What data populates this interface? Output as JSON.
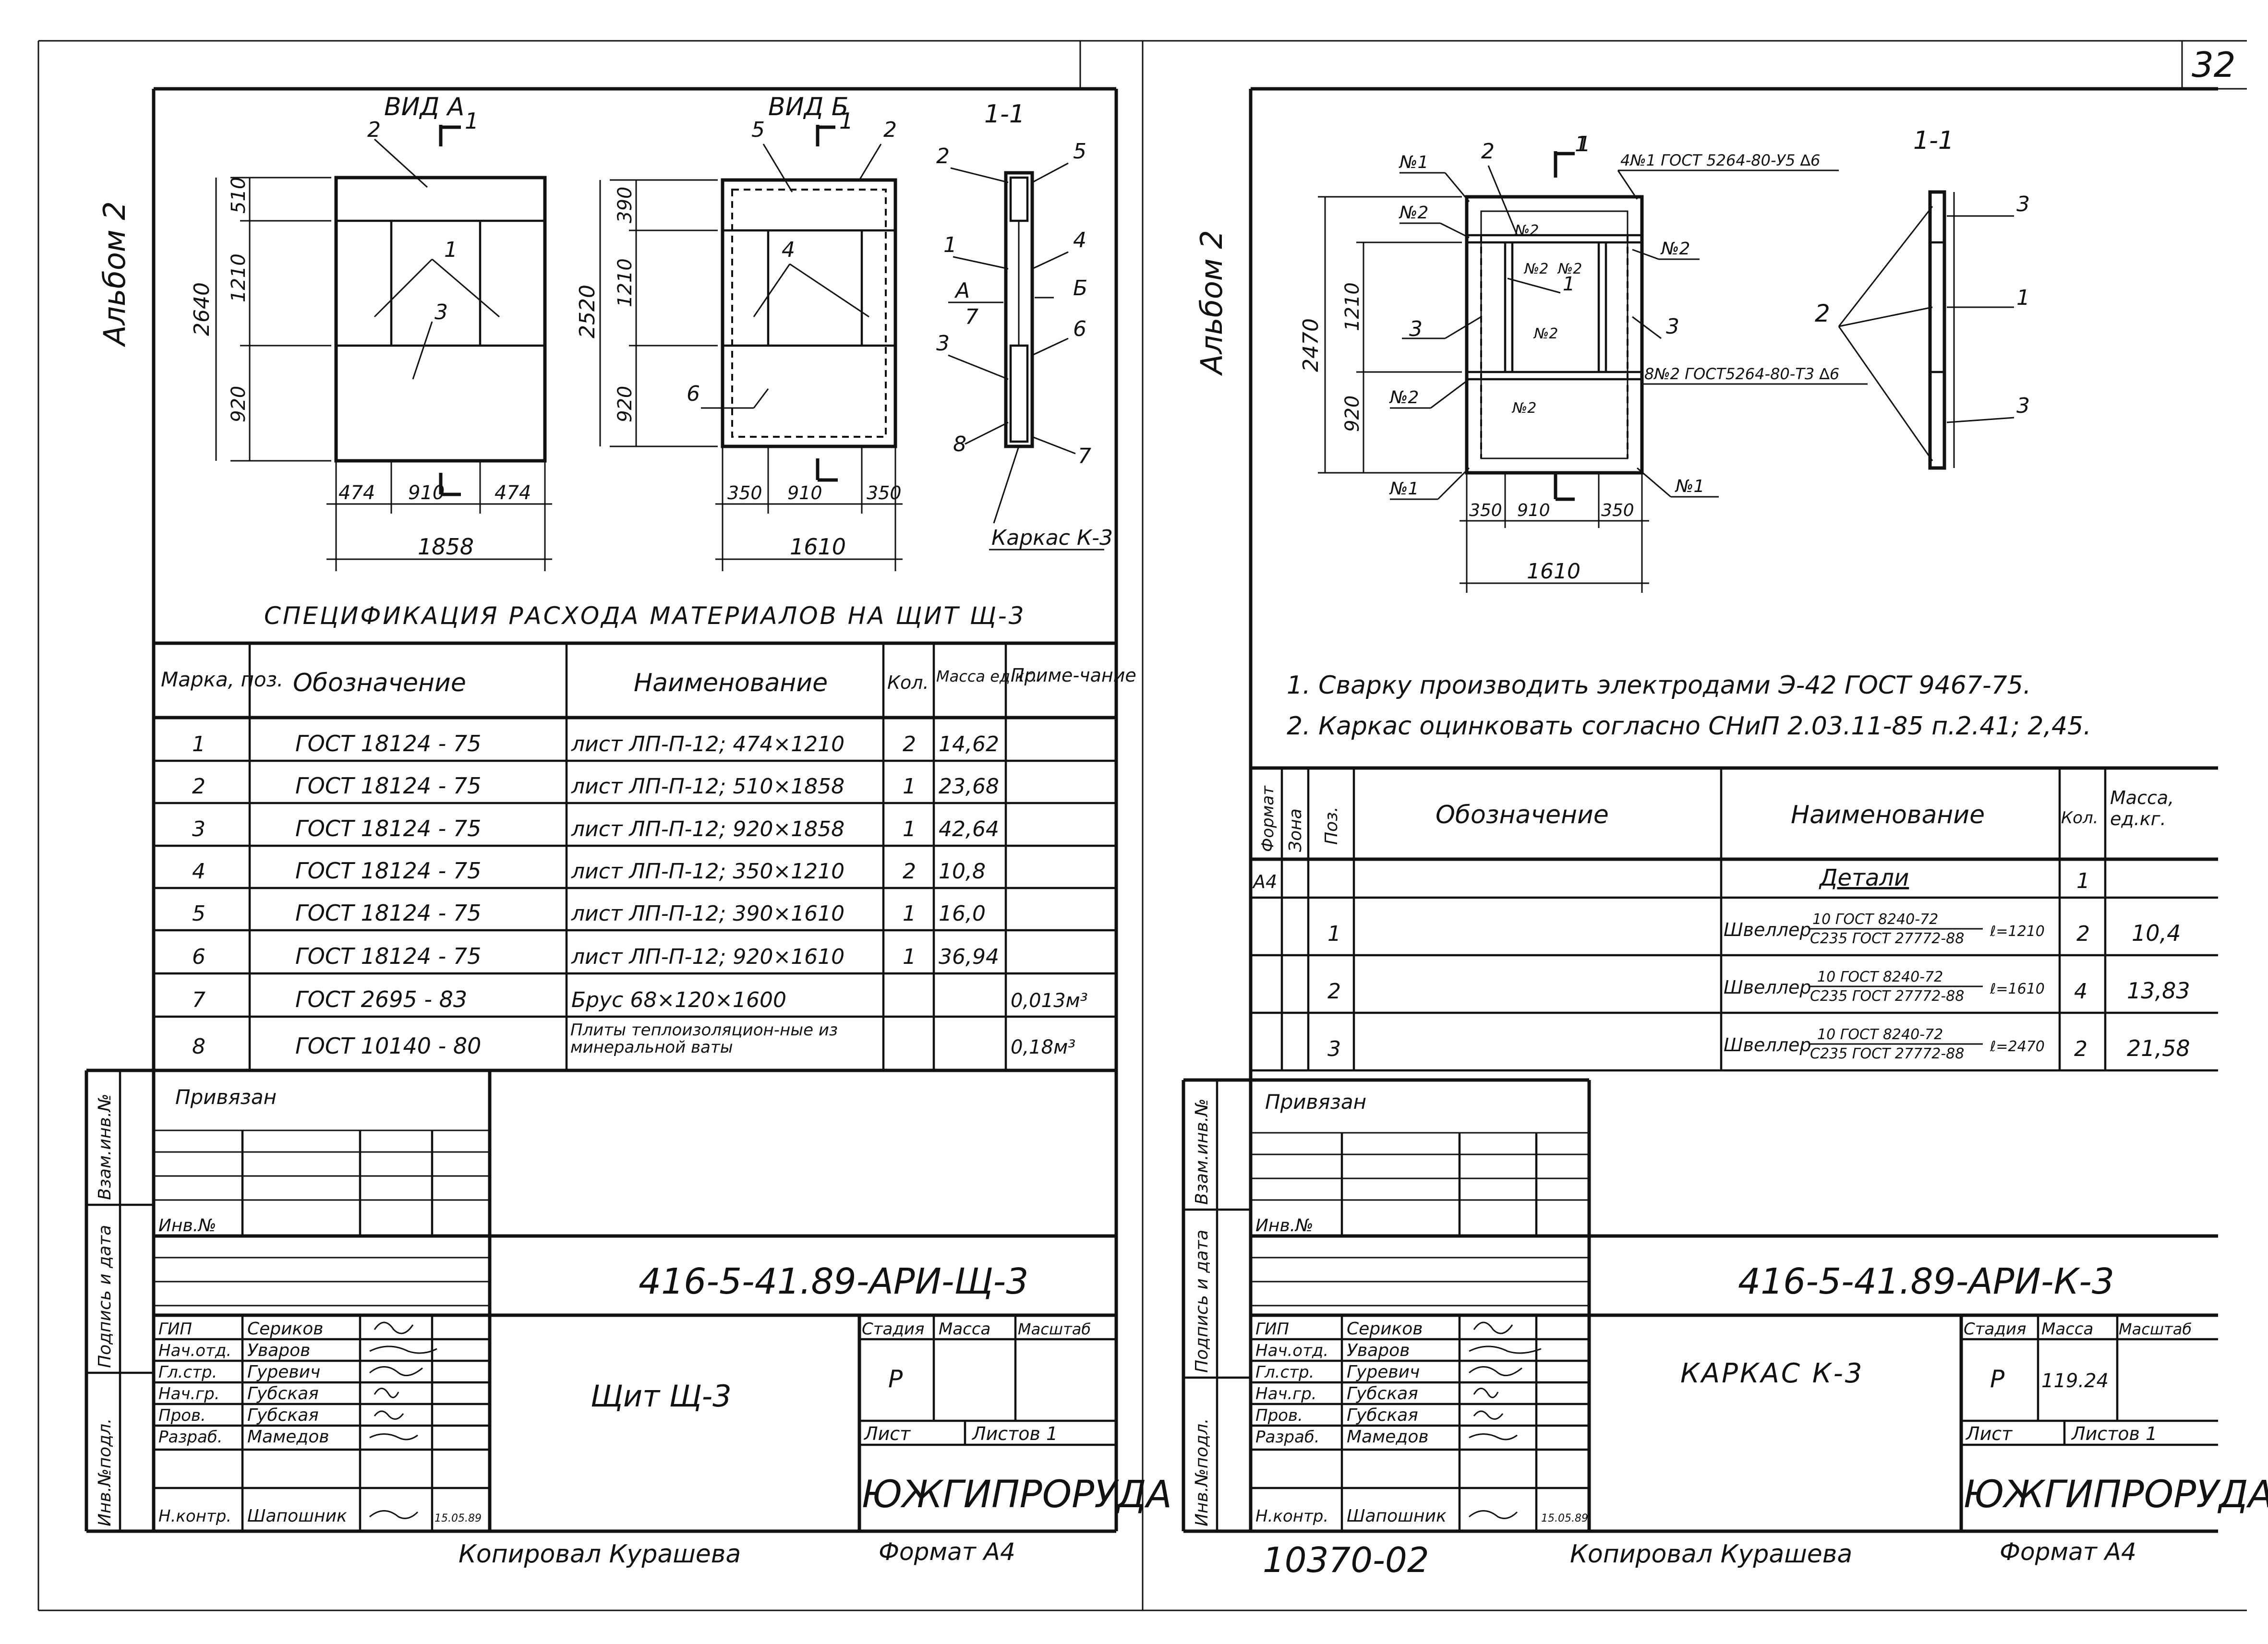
{
  "page_number": "32",
  "album_label": "Альбом 2",
  "side_stamps": [
    "Взам.инв.№",
    "Подпись и дата",
    "Инв.№подл."
  ],
  "left": {
    "view_a": {
      "title": "ВИД А",
      "section_mark": "1",
      "callouts": [
        "2",
        "1",
        "3"
      ],
      "height_total": "2640",
      "heights": [
        "510",
        "1210",
        "920"
      ],
      "widths": [
        "474",
        "910",
        "474"
      ],
      "width_total": "1858"
    },
    "view_b": {
      "title": "ВИД Б",
      "section_mark": "1",
      "callouts": [
        "5",
        "2",
        "4",
        "6"
      ],
      "height_total": "2520",
      "heights": [
        "390",
        "1210",
        "920"
      ],
      "widths": [
        "350",
        "910",
        "350"
      ],
      "width_total": "1610"
    },
    "section": {
      "title": "1-1",
      "callouts": [
        "2",
        "5",
        "1",
        "4",
        "Б",
        "A",
        "7",
        "6",
        "3",
        "8",
        "7"
      ],
      "frame_label": "Каркас К-3"
    },
    "spec_title": "СПЕЦИФИКАЦИЯ РАСХОДА МАТЕРИАЛОВ НА ЩИТ Щ-3",
    "spec_headers": [
      "Марка, поз.",
      "Обозначение",
      "Наименование",
      "Кол.",
      "Масса ед.кг.",
      "Приме-чание"
    ],
    "spec_rows": [
      [
        "1",
        "ГОСТ 18124 - 75",
        "лист ЛП-П-12; 474×1210",
        "2",
        "14,62",
        ""
      ],
      [
        "2",
        "ГОСТ 18124 - 75",
        "лист ЛП-П-12; 510×1858",
        "1",
        "23,68",
        ""
      ],
      [
        "3",
        "ГОСТ 18124 - 75",
        "лист ЛП-П-12; 920×1858",
        "1",
        "42,64",
        ""
      ],
      [
        "4",
        "ГОСТ 18124 - 75",
        "лист ЛП-П-12; 350×1210",
        "2",
        "10,8",
        ""
      ],
      [
        "5",
        "ГОСТ 18124 - 75",
        "лист ЛП-П-12; 390×1610",
        "1",
        "16,0",
        ""
      ],
      [
        "6",
        "ГОСТ 18124 - 75",
        "лист ЛП-П-12; 920×1610",
        "1",
        "36,94",
        ""
      ],
      [
        "7",
        "ГОСТ 2695 - 83",
        "Брус 68×120×1600",
        "",
        "",
        "0,013м³"
      ],
      [
        "8",
        "ГОСТ 10140 - 80",
        "Плиты теплоизоляцион-ные из минеральной ваты",
        "",
        "",
        "0,18м³"
      ]
    ],
    "title_block": {
      "bound": "Привязан",
      "inv": "Инв.№",
      "code": "416-5-41.89-АРИ-Щ-3",
      "name": "Щит Щ-3",
      "roles": [
        "ГИП",
        "Нач.отд.",
        "Гл.стр.",
        "Нач.гр.",
        "Пров.",
        "Разраб.",
        "Н.контр."
      ],
      "people": [
        "Сериков",
        "Уваров",
        "Гуревич",
        "Губская",
        "Губская",
        "Мамедов",
        "Шапошник"
      ],
      "date": "15.05.89",
      "stage_head": [
        "Стадия",
        "Масса",
        "Масштаб"
      ],
      "stage": "Р",
      "mass": "",
      "sheet": "Лист",
      "sheets": "Листов 1",
      "org": "ЮЖГИПРОРУДА",
      "copied": "Копировал Курашева",
      "format": "Формат А4"
    }
  },
  "right": {
    "drawing": {
      "callouts": [
        "№1",
        "2",
        "1",
        "4№1 ГОСТ 5264-80-У5 ∆6",
        "№2",
        "№2",
        "№2",
        "№2",
        "№2",
        "1",
        "№2",
        "8№2 ГОСТ5264-80-Т3 ∆6",
        "3",
        "3",
        "№2",
        "№2",
        "№1",
        "№1"
      ],
      "height_total": "2470",
      "heights": [
        "1210",
        "920"
      ],
      "widths": [
        "350",
        "910",
        "350"
      ],
      "width_total": "1610",
      "section_mark": "1"
    },
    "section": {
      "title": "1-1",
      "callouts": [
        "3",
        "1",
        "3",
        "2"
      ]
    },
    "notes": [
      "1. Сварку производить электродами Э-42 ГОСТ 9467-75.",
      "2. Каркас оцинковать согласно СНиП 2.03.11-85 п.2.41; 2,45."
    ],
    "spec_headers": [
      "Формат",
      "Зона",
      "Поз.",
      "Обозначение",
      "Наименование",
      "Кол.",
      "Масса, ед.кг."
    ],
    "spec_rows": [
      {
        "fmt": "А4",
        "pos": "",
        "name": "Детали",
        "top": "",
        "bot": "",
        "len": "",
        "qty": "1",
        "mass": ""
      },
      {
        "fmt": "",
        "pos": "1",
        "name": "Швеллер",
        "top": "10 ГОСТ 8240-72",
        "bot": "С235 ГОСТ 27772-88",
        "len": "ℓ=1210",
        "qty": "2",
        "mass": "10,4"
      },
      {
        "fmt": "",
        "pos": "2",
        "name": "Швеллер",
        "top": "10 ГОСТ 8240-72",
        "bot": "С235 ГОСТ 27772-88",
        "len": "ℓ=1610",
        "qty": "4",
        "mass": "13,83"
      },
      {
        "fmt": "",
        "pos": "3",
        "name": "Швеллер",
        "top": "10 ГОСТ 8240-72",
        "bot": "С235 ГОСТ 27772-88",
        "len": "ℓ=2470",
        "qty": "2",
        "mass": "21,58"
      }
    ],
    "title_block": {
      "bound": "Привязан",
      "inv": "Инв.№",
      "code": "416-5-41.89-АРИ-К-3",
      "name": "КАРКАС К-3",
      "roles": [
        "ГИП",
        "Нач.отд.",
        "Гл.стр.",
        "Нач.гр.",
        "Пров.",
        "Разраб.",
        "Н.контр."
      ],
      "people": [
        "Сериков",
        "Уваров",
        "Гуревич",
        "Губская",
        "Губская",
        "Мамедов",
        "Шапошник"
      ],
      "date": "15.05.89",
      "stage_head": [
        "Стадия",
        "Масса",
        "Масштаб"
      ],
      "stage": "Р",
      "mass": "119.24",
      "sheet": "Лист",
      "sheets": "Листов 1",
      "org": "ЮЖГИПРОРУДА",
      "copied": "Копировал Курашева",
      "format": "Формат А4",
      "archive": "10370-02"
    }
  }
}
